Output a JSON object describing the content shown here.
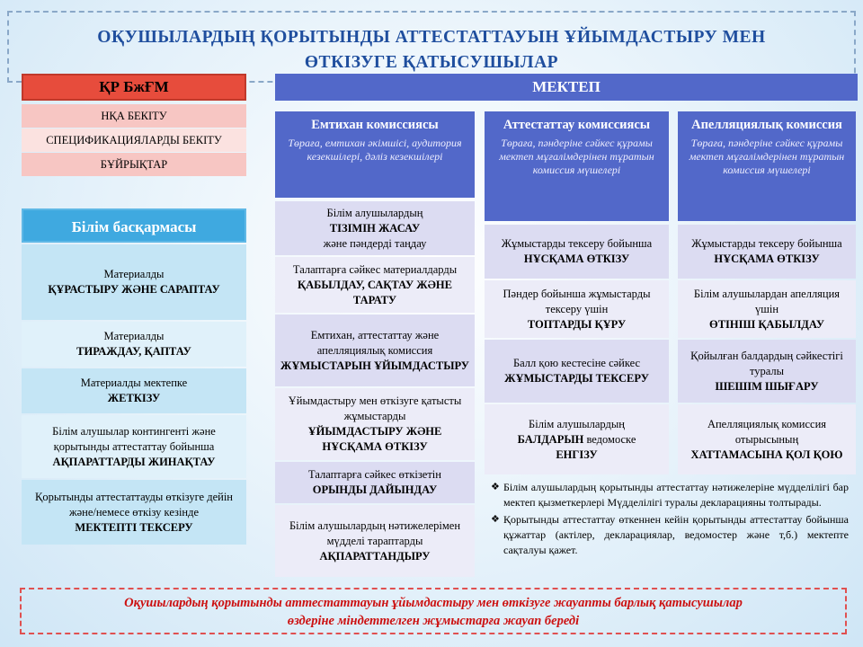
{
  "title": {
    "line1": "ОҚУШЫЛАРДЫҢ ҚОРЫТЫНДЫ АТТЕСТАТТАУЫН  ҰЙЫМДАСТЫРУ МЕН",
    "line2": "ӨТКІЗУГЕ ҚАТЫСУШЫЛАР"
  },
  "ministry": {
    "head": "ҚР БжҒМ",
    "items": [
      "НҚА БЕКІТУ",
      "СПЕЦИФИКАЦИЯЛАРДЫ БЕКІТУ",
      "БҰЙРЫҚТАР"
    ]
  },
  "school_header": "МЕКТЕП",
  "education_dept": {
    "head": "Білім  басқармасы",
    "items": [
      {
        "pre": "Материалды",
        "bold": "ҚҰРАСТЫРУ  ЖӘНЕ САРАПТАУ"
      },
      {
        "pre": "Материалды",
        "bold": "ТИРАЖДАУ, ҚАПТАУ"
      },
      {
        "pre": "Материалды мектепке",
        "bold": "ЖЕТКІЗУ"
      },
      {
        "pre": "Білім алушылар контингенті және қорытынды аттестаттау бойынша",
        "bold": "АҚПАРАТТАРДЫ  ЖИНАҚТАУ"
      },
      {
        "pre": "Қорытынды аттестаттауды өткізуге  дейін және/немесе өткізу кезінде",
        "bold": "МЕКТЕПТІ  ТЕКСЕРУ"
      }
    ]
  },
  "exam_commission": {
    "head": "Емтихан комиссиясы",
    "sub": "Төраға, емтихан әкімшісі, аудитория кезекшілері, дәліз кезекшілері",
    "items": [
      {
        "pre": "Білім алушылардың",
        "bold": "ТІЗІМІН ЖАСАУ",
        "post": "және пәндерді таңдау"
      },
      {
        "pre": "Талаптарға сәйкес материалдарды",
        "bold": "ҚАБЫЛДАУ, САҚТАУ ЖӘНЕ ТАРАТУ",
        "post": ""
      },
      {
        "pre": "Емтихан, аттестаттау және апелляциялық комиссия",
        "bold": "ЖҰМЫСТАРЫН ҰЙЫМДАСТЫРУ",
        "post": ""
      },
      {
        "pre": "Ұйымдастыру мен өткізуге қатысты жұмыстарды",
        "bold": "ҰЙЫМДАСТЫРУ ЖӘНЕ НҰСҚАМА ӨТКІЗУ",
        "post": ""
      },
      {
        "pre": "Талаптарға сәйкес өткізетін",
        "bold": "ОРЫНДЫ ДАЙЫНДАУ",
        "post": ""
      },
      {
        "pre": "Білім алушылардың нәтижелерімен мүдделі тараптарды",
        "bold": "АҚПАРАТТАНДЫРУ",
        "post": ""
      }
    ]
  },
  "attestation_commission": {
    "head": "Аттестаттау комиссиясы",
    "sub": "Төраға, пәндеріне сәйкес құрамы мектеп мұғалімдерінен тұратын комиссия мүшелері",
    "items": [
      {
        "pre": "Жұмыстарды тексеру бойынша",
        "bold": "НҰСҚАМА ӨТКІЗУ",
        "post": ""
      },
      {
        "pre": "Пәндер бойынша жұмыстарды тексеру үшін",
        "bold": "ТОПТАРДЫ ҚҰРУ",
        "post": ""
      },
      {
        "pre": "Балл қою кестесіне сәйкес",
        "bold": "ЖҰМЫСТАРДЫ ТЕКСЕРУ",
        "post": ""
      },
      {
        "pre": "Білім алушылардың",
        "bold": "БАЛДАРЫН",
        "post": "ведомоске",
        "bold2": "ЕНГІЗУ"
      }
    ]
  },
  "appeal_commission": {
    "head": "Апелляциялық комиссия",
    "sub": "Төраға, пәндеріне сәйкес құрамы мектеп мұғалімдерінен тұратын комиссия мүшелері",
    "items": [
      {
        "pre": "Жұмыстарды тексеру бойынша",
        "bold": "НҰСҚАМА ӨТКІЗУ"
      },
      {
        "pre": "Білім алушылардан апелляция үшін",
        "bold": "ӨТІНІШ ҚАБЫЛДАУ"
      },
      {
        "pre": "Қойылған балдардың сәйкестігі туралы",
        "bold": "ШЕШІМ ШЫҒАРУ"
      },
      {
        "pre": "Апелляциялық комиссия отырысының",
        "bold": "ХАТТАМАСЫНА ҚОЛ ҚОЮ"
      }
    ]
  },
  "notes": [
    "Білім алушылардың қорытынды аттестаттау нәтижелеріне мүдделілігі бар мектеп қызметкерлері Мүдделілігі туралы декларацияны толтырады.",
    "Қорытынды аттестаттау өткеннен кейін қорытынды аттестаттау бойынша құжаттар (актілер, декларациялар, ведомостер және т,б.) мектепте сақталуы қажет."
  ],
  "footer": {
    "line1": "Оқушылардың қорытынды аттестаттауын ұйымдастыру мен өткізуге жауапты барлық қатысушылар",
    "line2": "өздеріне міндеттелген жұмыстарға жауап береді"
  }
}
